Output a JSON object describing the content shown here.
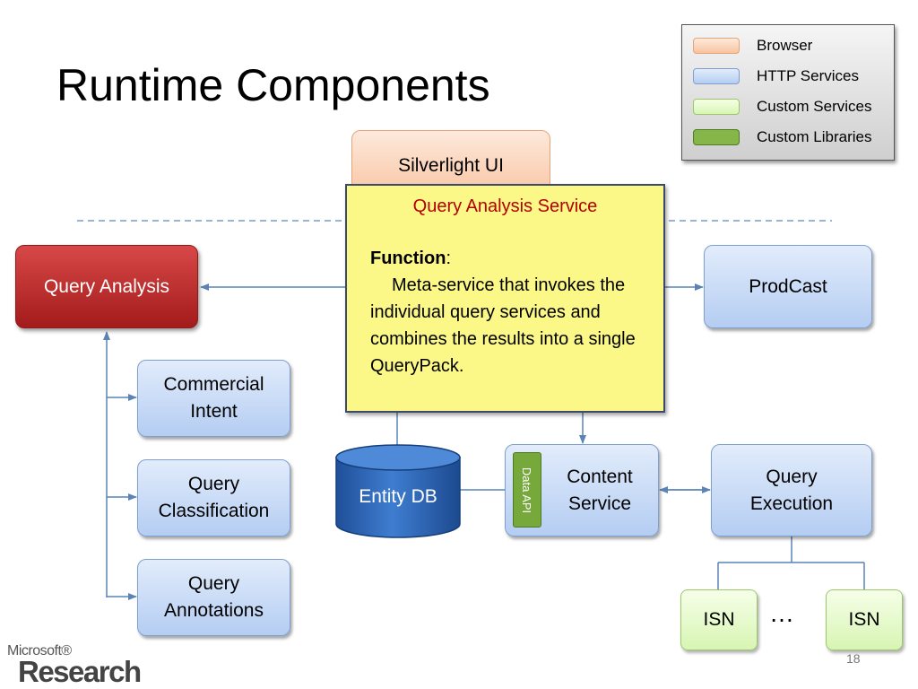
{
  "title": "Runtime Components",
  "legend": {
    "items": [
      {
        "label": "Browser",
        "fill": "#f8c39f",
        "stroke": "#e8a377"
      },
      {
        "label": "HTTP Services",
        "fill": "#c4d8f5",
        "stroke": "#7e9fd0"
      },
      {
        "label": "Custom Services",
        "fill": "#e2f9c6",
        "stroke": "#9bc76a"
      },
      {
        "label": "Custom Libraries",
        "fill": "#86b64a",
        "stroke": "#4e7a22"
      }
    ]
  },
  "nodes": {
    "silverlight_ui": "Silverlight UI",
    "query_analysis": "Query Analysis",
    "prodcast": "ProdCast",
    "commercial_intent": "Commercial Intent",
    "query_classification": "Query Classification",
    "query_annotations": "Query Annotations",
    "entity_db": "Entity DB",
    "data_api": "Data API",
    "content_service": "Content Service",
    "query_execution": "Query Execution",
    "isn_left": "ISN",
    "isn_right": "ISN",
    "ellipsis": "…"
  },
  "callout": {
    "title": "Query Analysis Service",
    "function_label": "Function",
    "function_colon": ":",
    "description": "Meta-service that invokes the individual query services and combines the results into a single QueryPack."
  },
  "footer": {
    "logo_top": "Microsoft®",
    "logo_bottom": "Research",
    "page_number": "18"
  },
  "colors": {
    "connector": "#5a84b6",
    "callout_title": "#b30000",
    "callout_fill": "#fbf887"
  }
}
